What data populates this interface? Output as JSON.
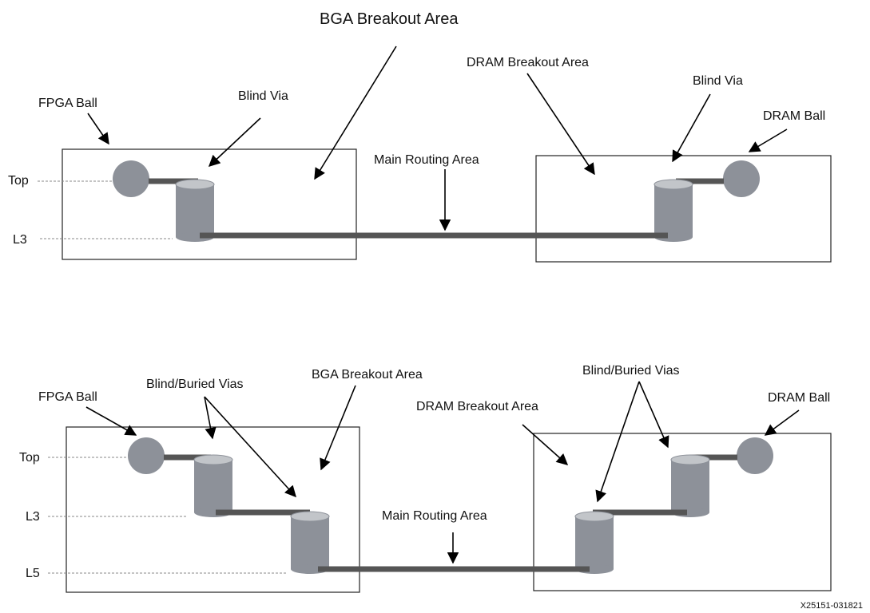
{
  "diagram_top": {
    "title": "BGA Breakout Area",
    "fpga_ball_label": "FPGA Ball",
    "blind_via_left_label": "Blind Via",
    "blind_via_right_label": "Blind Via",
    "main_routing_label": "Main Routing Area",
    "dram_breakout_label": "DRAM Breakout Area",
    "dram_ball_label": "DRAM Ball",
    "layer_top": "Top",
    "layer_l3": "L3"
  },
  "diagram_bottom": {
    "fpga_ball_label": "FPGA Ball",
    "vias_left_label": "Blind/Buried Vias",
    "bga_breakout_label": "BGA Breakout Area",
    "vias_right_label": "Blind/Buried Vias",
    "dram_breakout_label": "DRAM Breakout Area",
    "dram_ball_label": "DRAM Ball",
    "main_routing_label": "Main Routing Area",
    "layer_top": "Top",
    "layer_l3": "L3",
    "layer_l5": "L5"
  },
  "figure_id": "X25151-031821"
}
